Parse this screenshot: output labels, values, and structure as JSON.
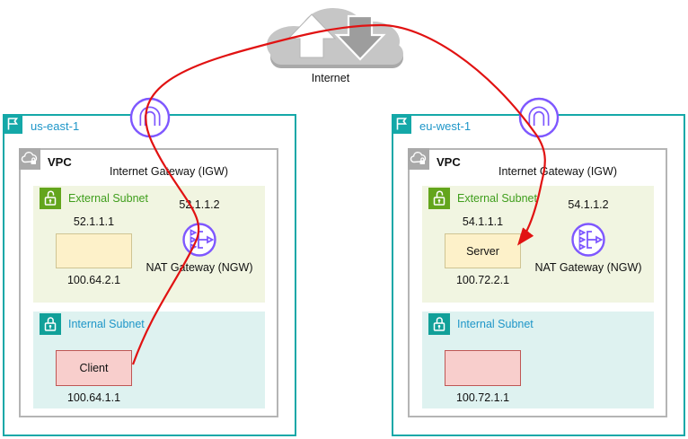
{
  "internet": {
    "label": "Internet"
  },
  "colors": {
    "region_border": "#14a8a8",
    "region_label": "#1e96c8",
    "vpc_border": "#b5b5b5",
    "gateway_purple": "#7e57ff",
    "external_label_green": "#3f9e1c",
    "external_subnet_bg": "#f1f5e1",
    "internal_subnet_bg": "#def2f0",
    "instance_yellow_bg": "#fdf1c9",
    "instance_yellow_border": "#cfc493",
    "instance_pink_bg": "#f8cecc",
    "instance_pink_border": "#bf5654",
    "flow_arrow_red": "#e11212",
    "cloud_gray": "#c6c6c6"
  },
  "regions": [
    {
      "name": "us-east-1",
      "vpc": {
        "label": "VPC",
        "igw_label": "Internet Gateway (IGW)"
      },
      "external_subnet": {
        "label": "External Subnet",
        "instance": {
          "name": "",
          "ip_top": "52.1.1.1",
          "ip_bottom": "100.64.2.1"
        },
        "nat_gateway": {
          "label": "NAT Gateway (NGW)",
          "ip": "52.1.1.2"
        }
      },
      "internal_subnet": {
        "label": "Internal Subnet",
        "instance": {
          "name": "Client",
          "ip_bottom": "100.64.1.1"
        }
      }
    },
    {
      "name": "eu-west-1",
      "vpc": {
        "label": "VPC",
        "igw_label": "Internet Gateway (IGW)"
      },
      "external_subnet": {
        "label": "External Subnet",
        "instance": {
          "name": "Server",
          "ip_top": "54.1.1.1",
          "ip_bottom": "100.72.2.1"
        },
        "nat_gateway": {
          "label": "NAT Gateway (NGW)",
          "ip": "54.1.1.2"
        }
      },
      "internal_subnet": {
        "label": "Internal Subnet",
        "instance": {
          "name": "",
          "ip_bottom": "100.72.1.1"
        }
      }
    }
  ]
}
